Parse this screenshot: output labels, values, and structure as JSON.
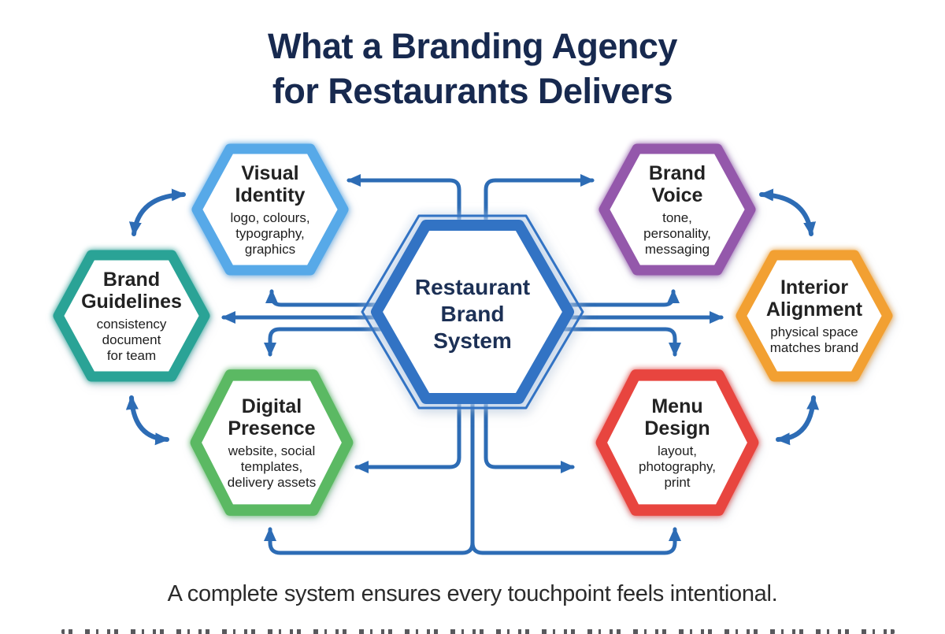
{
  "header": {
    "line1": "What a Branding Agency",
    "line2": "for Restaurants Delivers"
  },
  "center": {
    "id": "restaurant-brand-system",
    "title": "Restaurant Brand System",
    "lines": [
      "Restaurant",
      "Brand",
      "System"
    ],
    "color": "#3273c4"
  },
  "nodes": [
    {
      "id": "visual-identity",
      "title": "Visual Identity",
      "title_lines": [
        "Visual",
        "Identity"
      ],
      "subtitle": "logo, colours, typography, graphics",
      "subtitle_lines": [
        "logo, colours,",
        "typography,",
        "graphics"
      ],
      "color": "#57a9e8"
    },
    {
      "id": "brand-voice",
      "title": "Brand Voice",
      "title_lines": [
        "Brand",
        "Voice"
      ],
      "subtitle": "tone, personality, messaging",
      "subtitle_lines": [
        "tone,",
        "personality,",
        "messaging"
      ],
      "color": "#9458ab"
    },
    {
      "id": "brand-guidelines",
      "title": "Brand Guidelines",
      "title_lines": [
        "Brand",
        "Guidelines"
      ],
      "subtitle": "consistency document for team",
      "subtitle_lines": [
        "consistency",
        "document",
        "for team"
      ],
      "color": "#2aa396"
    },
    {
      "id": "interior-alignment",
      "title": "Interior Alignment",
      "title_lines": [
        "Interior",
        "Alignment"
      ],
      "subtitle": "physical space matches brand",
      "subtitle_lines": [
        "physical space",
        "matches brand"
      ],
      "color": "#f2a032"
    },
    {
      "id": "digital-presence",
      "title": "Digital Presence",
      "title_lines": [
        "Digital",
        "Presence"
      ],
      "subtitle": "website, social templates, delivery assets",
      "subtitle_lines": [
        "website, social",
        "templates,",
        "delivery assets"
      ],
      "color": "#5bb963"
    },
    {
      "id": "menu-design",
      "title": "Menu Design",
      "title_lines": [
        "Menu",
        "Design"
      ],
      "subtitle": "layout, photography, print",
      "subtitle_lines": [
        "layout,",
        "photography,",
        "print"
      ],
      "color": "#e8453f"
    }
  ],
  "caption": "A complete system ensures every touchpoint feels intentional.",
  "colors": {
    "arrow": "#2d6cb5",
    "title_color": "#17294f",
    "caption_color": "#2b2b2b",
    "node_text_color": "#222222",
    "center_text_color": "#1c3055",
    "page_background": "#ffffff"
  }
}
